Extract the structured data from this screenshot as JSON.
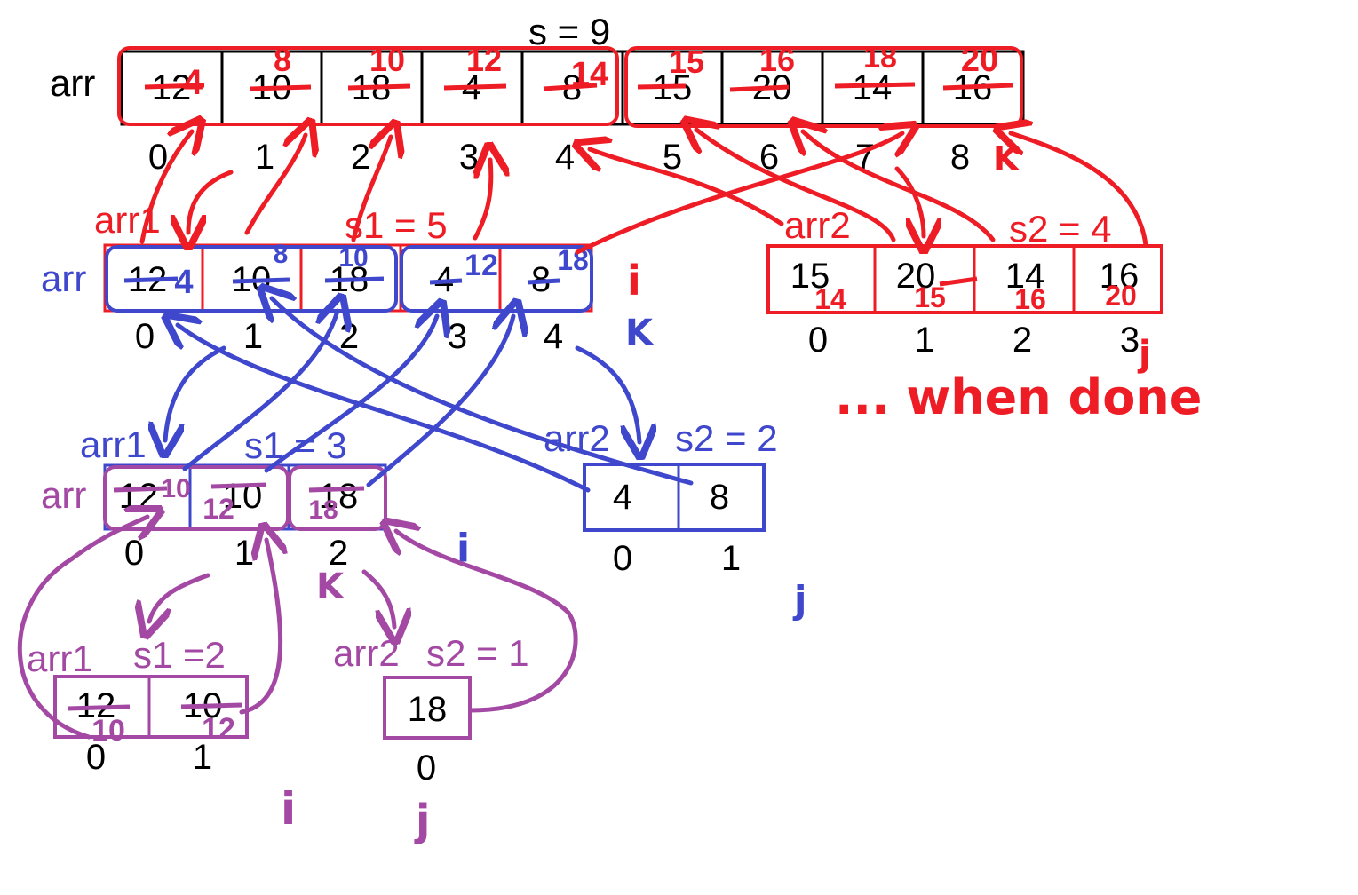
{
  "colors": {
    "red": "#ee1c24",
    "blue": "#3f48cc",
    "purple": "#a349a4",
    "black": "#000000"
  },
  "top": {
    "label": "arr",
    "size_label": "s = 9",
    "cells": [
      "12",
      "10",
      "18",
      "4",
      "8",
      "15",
      "20",
      "14",
      "16"
    ],
    "overwrites": [
      "4",
      "8",
      "10",
      "12",
      "14",
      "15",
      "16",
      "18",
      "20"
    ],
    "indices": [
      "0",
      "1",
      "2",
      "3",
      "4",
      "5",
      "6",
      "7",
      "8"
    ],
    "k_label": "K"
  },
  "level1": {
    "arr1_label": "arr1",
    "s1_label": "s1 = 5",
    "arr_label": "arr",
    "cells": [
      "12",
      "10",
      "18",
      "4",
      "8"
    ],
    "overwrites": [
      "4",
      "8",
      "10",
      "12",
      "18"
    ],
    "indices": [
      "0",
      "1",
      "2",
      "3",
      "4"
    ],
    "i_label": "i",
    "k_label": "K",
    "arr2_label": "arr2",
    "s2_label": "s2 = 4",
    "arr2_cells": [
      "15",
      "20",
      "14",
      "16"
    ],
    "arr2_overwrites": [
      "14",
      "15",
      "16",
      "20"
    ],
    "arr2_indices": [
      "0",
      "1",
      "2",
      "3"
    ],
    "j_label": "j",
    "when_done": "... when done"
  },
  "level2": {
    "arr1_label": "arr1",
    "s1_label": "s1 = 3",
    "arr_label": "arr",
    "cells": [
      "12",
      "10",
      "18"
    ],
    "overwrites": [
      "10",
      "12",
      "18"
    ],
    "indices": [
      "0",
      "1",
      "2"
    ],
    "i_label": "i",
    "k_label": "K",
    "arr2_label": "arr2",
    "s2_label": "s2 = 2",
    "arr2_cells": [
      "4",
      "8"
    ],
    "arr2_indices": [
      "0",
      "1"
    ],
    "j_label": "j"
  },
  "level3": {
    "arr1_label": "arr1",
    "s1_label": "s1 =2",
    "cells": [
      "12",
      "10"
    ],
    "overwrites": [
      "10",
      "12"
    ],
    "indices": [
      "0",
      "1"
    ],
    "i_label": "i",
    "arr2_label": "arr2",
    "s2_label": "s2 = 1",
    "arr2_cells": [
      "18"
    ],
    "arr2_indices": [
      "0"
    ],
    "j_label": "j"
  }
}
